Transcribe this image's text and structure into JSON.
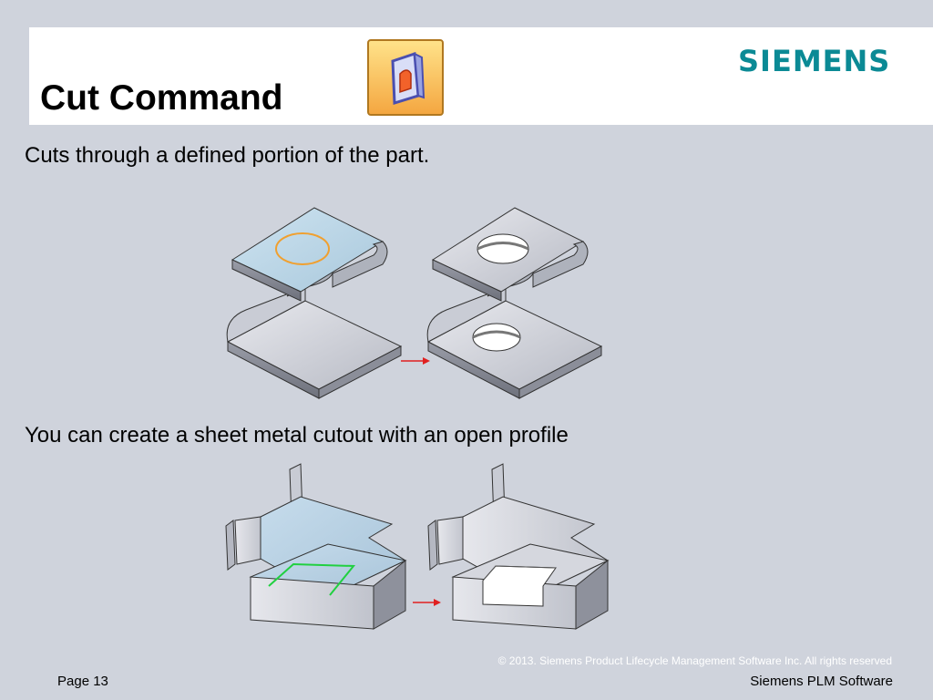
{
  "header": {
    "title": "Cut Command",
    "logo_text": "SIEMENS",
    "command_icon": "cut-command-icon"
  },
  "content": {
    "line1": "Cuts through a defined portion of the part.",
    "line2": "You can create a sheet metal cutout with an open profile",
    "figure1": {
      "description_icon": "sheet-metal-hole-cut-before-after",
      "arrow": "red-arrow"
    },
    "figure2": {
      "description_icon": "sheet-metal-open-profile-cut-before-after",
      "arrow": "red-arrow"
    }
  },
  "footer": {
    "copyright": "© 2013. Siemens Product Lifecycle Management Software Inc. All rights reserved",
    "page": "Page 13",
    "company": "Siemens PLM Software"
  },
  "colors": {
    "background": "#cfd3dc",
    "header_bg": "#ffffff",
    "logo": "#0b8a95",
    "profile_orange": "#f0a030",
    "profile_green": "#20d040",
    "arrow_red": "#e02020"
  }
}
